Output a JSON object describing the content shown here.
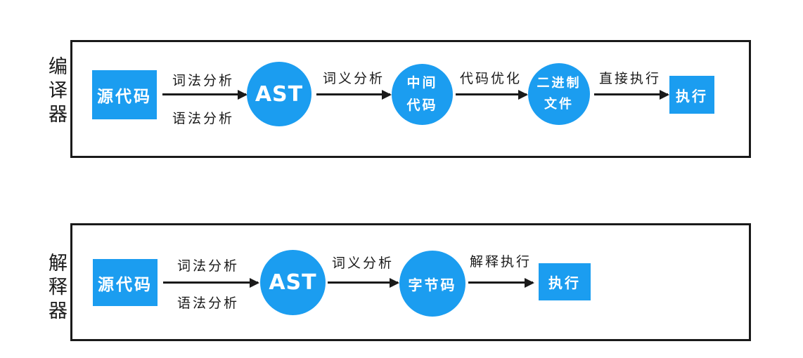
{
  "colors": {
    "node_fill": "#1b9df0",
    "node_text": "#ffffff",
    "line": "#1a1a1a",
    "panel_border": "#1a1a1a",
    "background": "#ffffff"
  },
  "compiler": {
    "side_label": "编译器",
    "nodes": {
      "source": "源代码",
      "ast": "AST",
      "intermediate_line1": "中间",
      "intermediate_line2": "代码",
      "binary_line1": "二进制",
      "binary_line2": "文件",
      "execute": "执行"
    },
    "edges": {
      "lexical": "词法分析",
      "syntax": "语法分析",
      "semantic": "词义分析",
      "optimize": "代码优化",
      "direct": "直接执行"
    }
  },
  "interpreter": {
    "side_label": "解释器",
    "nodes": {
      "source": "源代码",
      "ast": "AST",
      "bytecode": "字节码",
      "execute": "执行"
    },
    "edges": {
      "lexical": "词法分析",
      "syntax": "语法分析",
      "semantic": "词义分析",
      "interpret": "解释执行"
    }
  }
}
